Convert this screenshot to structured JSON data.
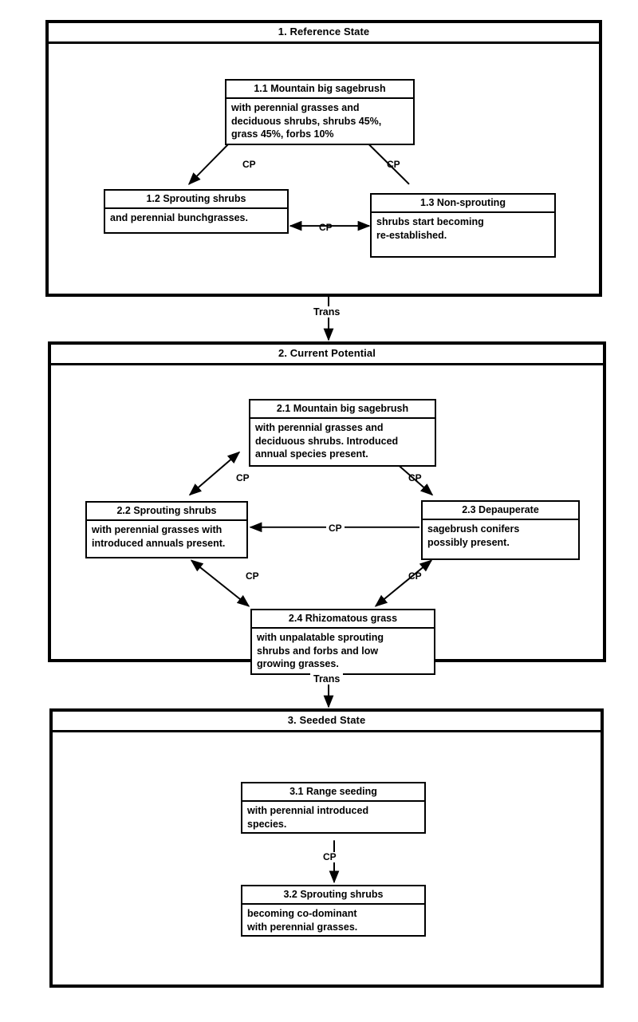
{
  "diagram": {
    "type": "state-and-transition-model",
    "states": [
      {
        "id": "1",
        "title": "1. Reference State",
        "phases": [
          {
            "id": "1.1",
            "title": "1.1 Mountain big sagebrush",
            "description": "with perennial grasses and\ndeciduous shrubs, shrubs 45%,\ngrass 45%, forbs 10%"
          },
          {
            "id": "1.2",
            "title": "1.2 Sprouting shrubs",
            "description": "and perennial bunchgrasses."
          },
          {
            "id": "1.3",
            "title": "1.3 Non-sprouting",
            "description": "shrubs start becoming\nre-established."
          }
        ],
        "connectors": [
          {
            "from": "1.1",
            "to": "1.2",
            "label": "CP",
            "heads": "single"
          },
          {
            "from": "1.3",
            "to": "1.1",
            "label": "CP",
            "heads": "single"
          },
          {
            "from": "1.2",
            "to": "1.3",
            "label": "CP",
            "heads": "double"
          }
        ]
      },
      {
        "id": "2",
        "title": "2. Current Potential",
        "phases": [
          {
            "id": "2.1",
            "title": "2.1 Mountain big sagebrush",
            "description": "with perennial grasses and\ndeciduous shrubs. Introduced\nannual species present."
          },
          {
            "id": "2.2",
            "title": "2.2 Sprouting shrubs",
            "description": "with perennial grasses with\nintroduced annuals present."
          },
          {
            "id": "2.3",
            "title": "2.3 Depauperate",
            "description": "sagebrush conifers\npossibly present."
          },
          {
            "id": "2.4",
            "title": "2.4 Rhizomatous grass",
            "description": "with unpalatable sprouting\nshrubs and forbs and low\ngrowing grasses."
          }
        ],
        "connectors": [
          {
            "from": "2.1",
            "to": "2.2",
            "label": "CP",
            "heads": "double"
          },
          {
            "from": "2.1",
            "to": "2.3",
            "label": "CP",
            "heads": "double"
          },
          {
            "from": "2.2",
            "to": "2.4",
            "label": "CP",
            "heads": "double"
          },
          {
            "from": "2.3",
            "to": "2.4",
            "label": "CP",
            "heads": "double"
          },
          {
            "from": "2.3",
            "to": "2.2",
            "label": "CP",
            "heads": "single"
          }
        ]
      },
      {
        "id": "3",
        "title": "3. Seeded State",
        "phases": [
          {
            "id": "3.1",
            "title": "3.1 Range seeding",
            "description": "with perennial introduced\nspecies."
          },
          {
            "id": "3.2",
            "title": "3.2 Sprouting shrubs",
            "description": "becoming co-dominant\nwith perennial grasses."
          }
        ],
        "connectors": [
          {
            "from": "3.1",
            "to": "3.2",
            "label": "CP",
            "heads": "single"
          }
        ]
      }
    ],
    "transitions": [
      {
        "from": "1",
        "to": "2",
        "label": "Trans"
      },
      {
        "from": "2",
        "to": "3",
        "label": "Trans"
      }
    ],
    "colors": {
      "line": "#000000",
      "background": "#ffffff",
      "text": "#000000"
    }
  }
}
